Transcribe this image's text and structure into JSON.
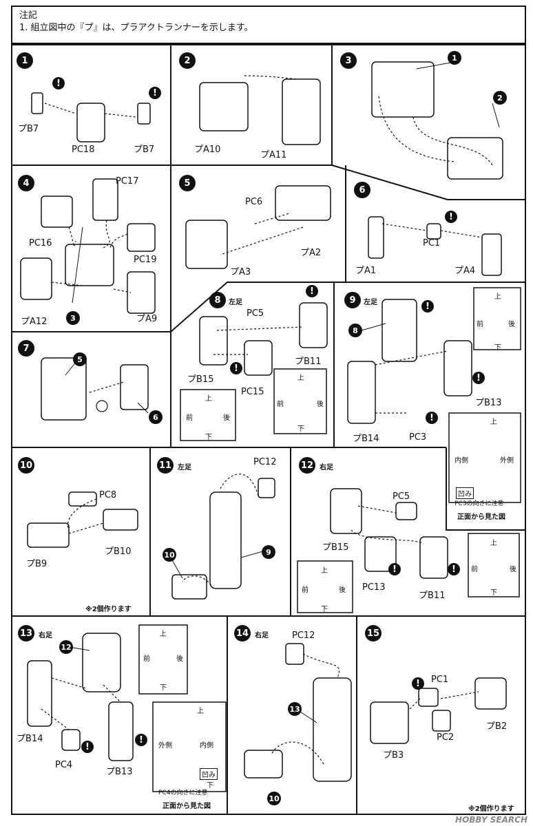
{
  "notes": {
    "heading": "注記",
    "line1": "1. 組立図中の『プ』は、プラアクトランナーを示します。"
  },
  "steps": {
    "s1": {
      "num": "1",
      "parts": [
        "プB7",
        "PC18",
        "プB7"
      ]
    },
    "s2": {
      "num": "2",
      "parts": [
        "プA10",
        "プA11"
      ]
    },
    "s3": {
      "num": "3",
      "refs": [
        "1",
        "2"
      ]
    },
    "s4": {
      "num": "4",
      "parts": [
        "PC17",
        "PC16",
        "PC19",
        "プA12",
        "プA9"
      ],
      "ref": "3"
    },
    "s5": {
      "num": "5",
      "parts": [
        "PC6",
        "プA2",
        "プA3"
      ]
    },
    "s6": {
      "num": "6",
      "parts": [
        "プA1",
        "PC1",
        "プA4"
      ]
    },
    "s7": {
      "num": "7",
      "refs": [
        "5",
        "6"
      ]
    },
    "s8": {
      "num": "8",
      "side": "左足",
      "parts": [
        "PC5",
        "プB11",
        "プB15",
        "PC15"
      ],
      "detail": {
        "top": "上",
        "front": "前",
        "back": "後",
        "bottom": "下"
      }
    },
    "s9": {
      "num": "9",
      "side": "左足",
      "ref": "8",
      "parts": [
        "プB13",
        "プB14",
        "PC3"
      ],
      "detail": {
        "top": "上",
        "front": "前",
        "back": "後",
        "bottom": "下"
      },
      "front_view": {
        "top": "上",
        "inner": "内側",
        "outer": "外側",
        "dent": "凹み",
        "note": "PC3の向きに注意",
        "caption": "正面から見た図"
      }
    },
    "s10": {
      "num": "10",
      "parts": [
        "PC8",
        "プB10",
        "プB9"
      ],
      "note": "※2個作ります"
    },
    "s11": {
      "num": "11",
      "side": "左足",
      "parts": [
        "PC12"
      ],
      "refs": [
        "10",
        "9"
      ]
    },
    "s12": {
      "num": "12",
      "side": "右足",
      "parts": [
        "PC5",
        "プB15",
        "PC13",
        "プB11"
      ],
      "detail": {
        "top": "上",
        "front": "前",
        "back": "後",
        "bottom": "下"
      }
    },
    "s13": {
      "num": "13",
      "side": "右足",
      "ref": "12",
      "parts": [
        "プB14",
        "PC4",
        "プB13"
      ],
      "detail": {
        "top": "上",
        "front": "前",
        "back": "後",
        "bottom": "下"
      },
      "front_view": {
        "top": "上",
        "inner": "内側",
        "outer": "外側",
        "dent": "凹み",
        "bottom": "下",
        "note": "PC4の向きに注意",
        "caption": "正面から見た図"
      }
    },
    "s14": {
      "num": "14",
      "side": "右足",
      "parts": [
        "PC12"
      ],
      "refs": [
        "13",
        "10"
      ]
    },
    "s15": {
      "num": "15",
      "parts": [
        "PC1",
        "プB2",
        "プB3",
        "PC2"
      ],
      "note": "※2個作ります"
    }
  },
  "watermark": "HOBBY SEARCH",
  "warn_glyph": "!"
}
